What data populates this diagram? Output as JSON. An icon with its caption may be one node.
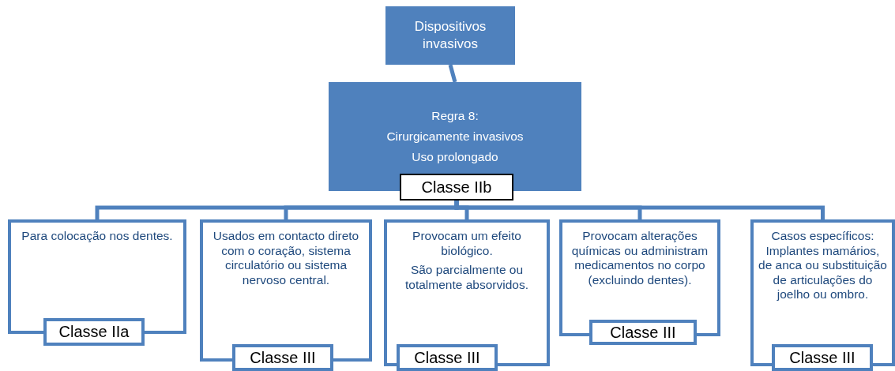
{
  "diagram": {
    "nodes": [
      {
        "text": [
          "Dispositivos invasivos"
        ]
      },
      {
        "text": [
          "Regra 8:",
          "Cirurgicamente invasivos",
          "Uso prolongado"
        ]
      },
      {
        "text": [
          "Classe IIb"
        ]
      },
      {
        "text": [
          "Para colocação nos dentes."
        ]
      },
      {
        "text": [
          "Classe IIa"
        ]
      },
      {
        "text": [
          "Usados em contacto direto com o coração, sistema circulatório ou sistema nervoso central."
        ]
      },
      {
        "text": [
          "Classe III"
        ]
      },
      {
        "text": [
          "Provocam um efeito biológico.",
          "São parcialmente ou totalmente absorvidos."
        ]
      },
      {
        "text": [
          "Classe III"
        ]
      },
      {
        "text": [
          "Provocam alterações químicas ou administram medicamentos no corpo (excluindo dentes)."
        ]
      },
      {
        "text": [
          "Classe III"
        ]
      },
      {
        "text": [
          "Casos específicos: Implantes mamários, de anca ou substituição de articulações do joelho ou ombro."
        ]
      },
      {
        "text": [
          "Classe III"
        ]
      }
    ],
    "edges": [
      {
        "from": 0,
        "to": 1,
        "arrow": "none"
      },
      {
        "from": 2,
        "to": 3,
        "arrow": "none"
      },
      {
        "from": 2,
        "to": 5,
        "arrow": "none"
      },
      {
        "from": 2,
        "to": 7,
        "arrow": "none"
      },
      {
        "from": 2,
        "to": 9,
        "arrow": "none"
      },
      {
        "from": 2,
        "to": 11,
        "arrow": "none"
      }
    ]
  }
}
